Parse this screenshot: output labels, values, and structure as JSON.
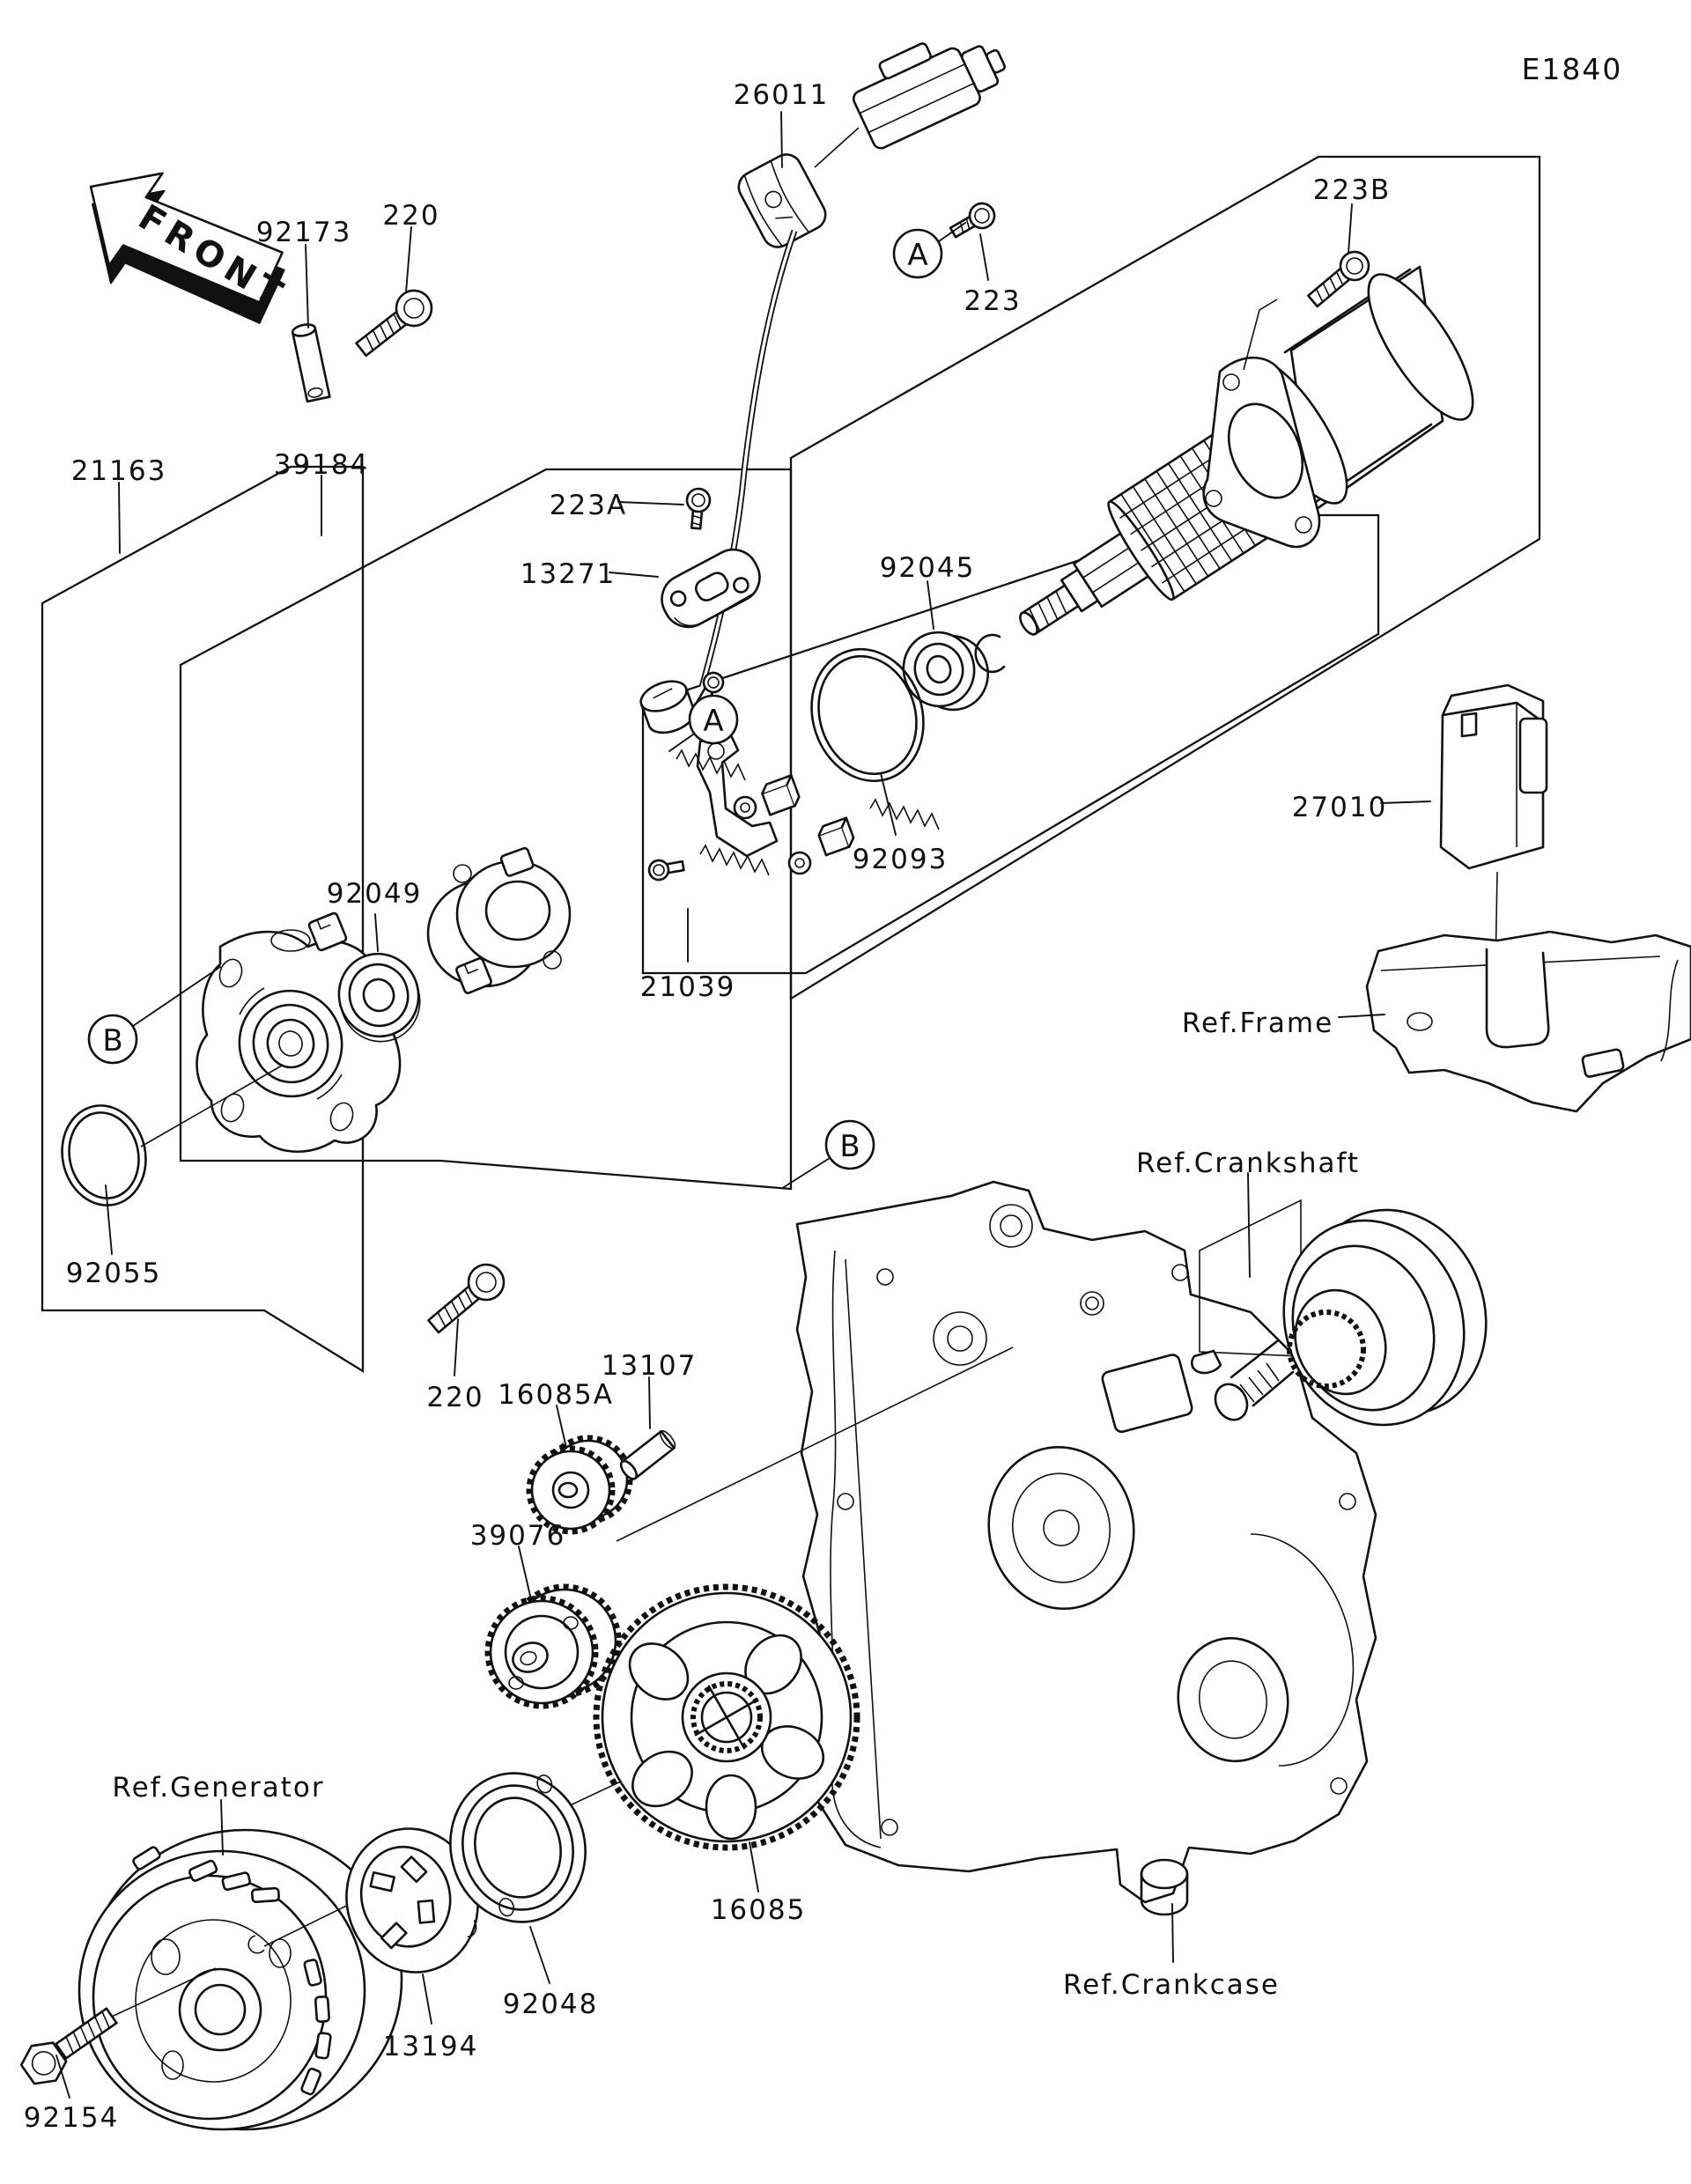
{
  "diagram": {
    "page_code": "E1840",
    "front_marker": "FRONT",
    "markers": {
      "a": "A",
      "b": "B"
    },
    "parts": {
      "cable_26011": "26011",
      "screw_223": "223",
      "screw_223a": "223A",
      "screw_223b": "223B",
      "screw_220": "220",
      "pin_92173": "92173",
      "cover_21163": "21163",
      "housing_39184": "39184",
      "plate_13271": "13271",
      "bearing_92045": "92045",
      "oring_92093": "92093",
      "seal_92049": "92049",
      "brush_21039": "21039",
      "relay_27010": "27010",
      "oring_92055": "92055",
      "gear_16085a": "16085A",
      "pin_13107": "13107",
      "gear_39076": "39076",
      "gear_16085": "16085",
      "clutch_13194": "13194",
      "plate_92048": "92048",
      "bolt_92154": "92154"
    },
    "references": {
      "frame": "Ref.Frame",
      "crankshaft": "Ref.Crankshaft",
      "generator": "Ref.Generator",
      "crankcase": "Ref.Crankcase"
    }
  }
}
